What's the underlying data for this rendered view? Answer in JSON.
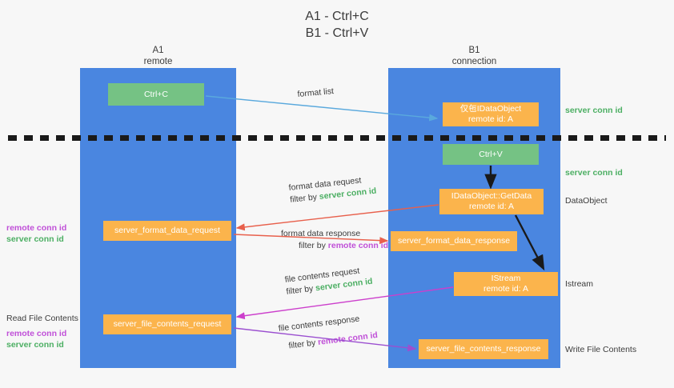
{
  "title": {
    "line1": "A1 - Ctrl+C",
    "line2": "B1 - Ctrl+V"
  },
  "lanes": [
    {
      "id": "A1",
      "name": "A1",
      "subtitle": "remote",
      "color": "#4a86e0"
    },
    {
      "id": "B1",
      "name": "B1",
      "subtitle": "connection",
      "color": "#4a86e0"
    }
  ],
  "colors": {
    "lane": "#4a86e0",
    "green_box": "#75c284",
    "orange_box": "#fbb44c",
    "server_conn_text": "#4caf63",
    "remote_conn_text": "#c050d8",
    "arrow_blue": "#5aa9dd",
    "arrow_red": "#e8604c",
    "arrow_magenta": "#cc3fcc",
    "arrow_purple": "#9b4fd0",
    "arrow_black": "#1a1a1a",
    "background": "#f7f7f7"
  },
  "boxes": {
    "ctrl_c": {
      "line1": "Ctrl+C"
    },
    "idataobject": {
      "line1": "仅㐌IDataObject",
      "line2": "remote id: A"
    },
    "ctrl_v": {
      "line1": "Ctrl+V"
    },
    "getdata": {
      "line1": "IDataObject::GetData",
      "line2": "remote id: A"
    },
    "server_format_data_request": {
      "line1": "server_format_data_request"
    },
    "server_format_data_response": {
      "line1": "server_format_data_response"
    },
    "istream": {
      "line1": "IStream",
      "line2": "remote id: A"
    },
    "server_file_contents_request": {
      "line1": "server_file_contents_request"
    },
    "server_file_contents_response": {
      "line1": "server_file_contents_response"
    }
  },
  "edge_labels": {
    "format_list": "format list",
    "format_data_request": "format data request",
    "format_data_request_filter_prefix": "filter by ",
    "format_data_request_filter_value": "server conn id",
    "format_data_response": "format data response",
    "format_data_response_filter_prefix": "filter by ",
    "format_data_response_filter_value": "remote conn id",
    "file_contents_request": "file contents request",
    "file_contents_request_filter_prefix": "filter by ",
    "file_contents_request_filter_value": "server conn id",
    "file_contents_response": "file contents response",
    "file_contents_response_filter_prefix": "filter by ",
    "file_contents_response_filter_value": "remote conn id"
  },
  "side_labels": {
    "server_conn_id_top": "server conn id",
    "server_conn_id_second": "server conn id",
    "dataobject": "DataObject",
    "istream": "Istream",
    "write_file_contents": "Write File Contents",
    "read_file_contents": "Read File Contents",
    "left_remote_conn_id_1": "remote conn id",
    "left_server_conn_id_1": "server conn id",
    "left_remote_conn_id_2": "remote conn id",
    "left_server_conn_id_2": "server conn id"
  }
}
